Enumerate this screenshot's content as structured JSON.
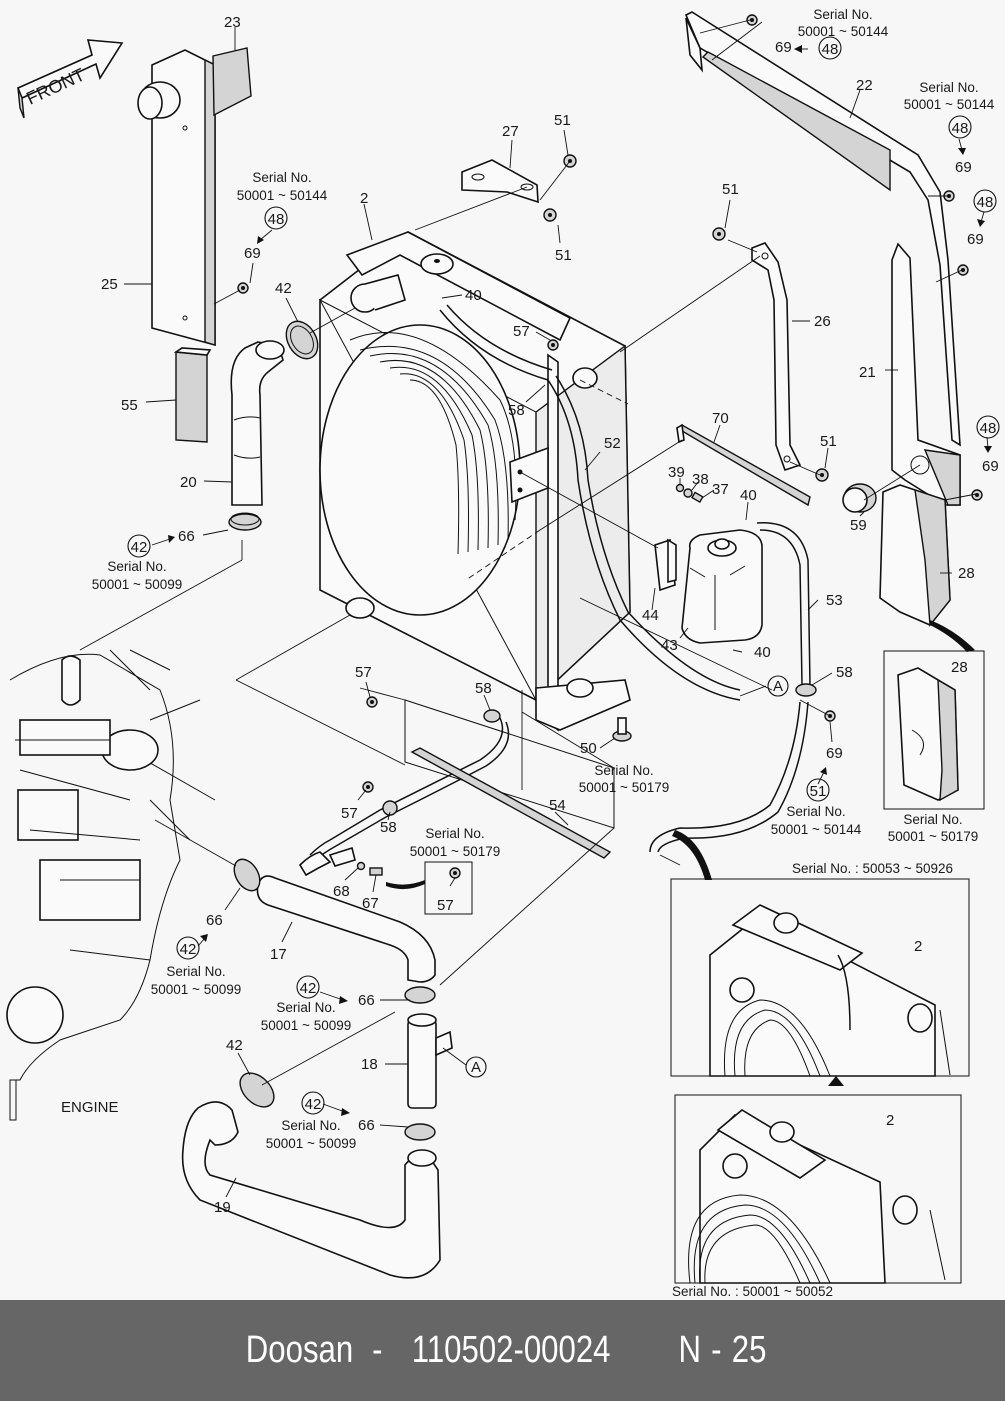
{
  "footer": {
    "brand": "Doosan",
    "separator": "-",
    "part_number": "110502-00024",
    "page_section": "N",
    "page_number": "25"
  },
  "diagram": {
    "direction_arrow": "FRONT",
    "engine_label": "ENGINE",
    "serial_prefix": "Serial No.",
    "callouts": [
      {
        "id": "c23",
        "text": "23"
      },
      {
        "id": "c25",
        "text": "25"
      },
      {
        "id": "c55",
        "text": "55"
      },
      {
        "id": "c20",
        "text": "20"
      },
      {
        "id": "c66a",
        "text": "66"
      },
      {
        "id": "c69a",
        "text": "69"
      },
      {
        "id": "c42a",
        "text": "42"
      },
      {
        "id": "c2",
        "text": "2"
      },
      {
        "id": "c27",
        "text": "27"
      },
      {
        "id": "c51a",
        "text": "51"
      },
      {
        "id": "c51b",
        "text": "51"
      },
      {
        "id": "c40a",
        "text": "40"
      },
      {
        "id": "c57a",
        "text": "57"
      },
      {
        "id": "c58a",
        "text": "58"
      },
      {
        "id": "c52",
        "text": "52"
      },
      {
        "id": "c51c",
        "text": "51"
      },
      {
        "id": "c26",
        "text": "26"
      },
      {
        "id": "c51d",
        "text": "51"
      },
      {
        "id": "c70",
        "text": "70"
      },
      {
        "id": "c39",
        "text": "39"
      },
      {
        "id": "c38",
        "text": "38"
      },
      {
        "id": "c37",
        "text": "37"
      },
      {
        "id": "c40b",
        "text": "40"
      },
      {
        "id": "c44",
        "text": "44"
      },
      {
        "id": "c43",
        "text": "43"
      },
      {
        "id": "c40c",
        "text": "40"
      },
      {
        "id": "c53",
        "text": "53"
      },
      {
        "id": "c58b",
        "text": "58"
      },
      {
        "id": "c69b",
        "text": "69"
      },
      {
        "id": "c50",
        "text": "50"
      },
      {
        "id": "c22",
        "text": "22"
      },
      {
        "id": "c69c",
        "text": "69"
      },
      {
        "id": "c69d",
        "text": "69"
      },
      {
        "id": "c69e",
        "text": "69"
      },
      {
        "id": "c69f",
        "text": "69"
      },
      {
        "id": "c21",
        "text": "21"
      },
      {
        "id": "c59",
        "text": "59"
      },
      {
        "id": "c28a",
        "text": "28"
      },
      {
        "id": "c28b",
        "text": "28"
      },
      {
        "id": "c57b",
        "text": "57"
      },
      {
        "id": "c58c",
        "text": "58"
      },
      {
        "id": "c57c",
        "text": "57"
      },
      {
        "id": "c58d",
        "text": "58"
      },
      {
        "id": "c54",
        "text": "54"
      },
      {
        "id": "c68",
        "text": "68"
      },
      {
        "id": "c67",
        "text": "67"
      },
      {
        "id": "c57d",
        "text": "57"
      },
      {
        "id": "c66b",
        "text": "66"
      },
      {
        "id": "c17",
        "text": "17"
      },
      {
        "id": "c66c",
        "text": "66"
      },
      {
        "id": "c18",
        "text": "18"
      },
      {
        "id": "c42b",
        "text": "42"
      },
      {
        "id": "c66d",
        "text": "66"
      },
      {
        "id": "c19",
        "text": "19"
      },
      {
        "id": "c2b",
        "text": "2"
      },
      {
        "id": "c2c",
        "text": "2"
      }
    ],
    "circled_refs": [
      {
        "id": "r48a",
        "text": "48"
      },
      {
        "id": "r48b",
        "text": "48"
      },
      {
        "id": "r48c",
        "text": "48"
      },
      {
        "id": "r48d",
        "text": "48"
      },
      {
        "id": "r48e",
        "text": "48"
      },
      {
        "id": "r42a",
        "text": "42"
      },
      {
        "id": "r42b",
        "text": "42"
      },
      {
        "id": "r42c",
        "text": "42"
      },
      {
        "id": "r42d",
        "text": "42"
      },
      {
        "id": "r51",
        "text": "51"
      },
      {
        "id": "rA1",
        "text": "A"
      },
      {
        "id": "rA2",
        "text": "A"
      }
    ],
    "serial_ranges": [
      {
        "id": "s1",
        "range": "50001 ~ 50144"
      },
      {
        "id": "s2",
        "range": "50001 ~ 50144"
      },
      {
        "id": "s3",
        "range": "50001 ~ 50144"
      },
      {
        "id": "s4",
        "range": "50001 ~ 50099"
      },
      {
        "id": "s5",
        "range": "50001 ~ 50179"
      },
      {
        "id": "s6",
        "range": "50001 ~ 50144"
      },
      {
        "id": "s7",
        "range": "50001 ~ 50179"
      },
      {
        "id": "s8",
        "range": "50001 ~ 50179"
      },
      {
        "id": "s9",
        "range": "50001 ~ 50099"
      },
      {
        "id": "s10",
        "range": "50001 ~ 50099"
      },
      {
        "id": "s11",
        "range": "50001 ~ 50099"
      }
    ],
    "inset_serials": {
      "upper": "Serial No.  : 50053 ~ 50926",
      "lower": "Serial No.  : 50001 ~ 50052"
    }
  }
}
